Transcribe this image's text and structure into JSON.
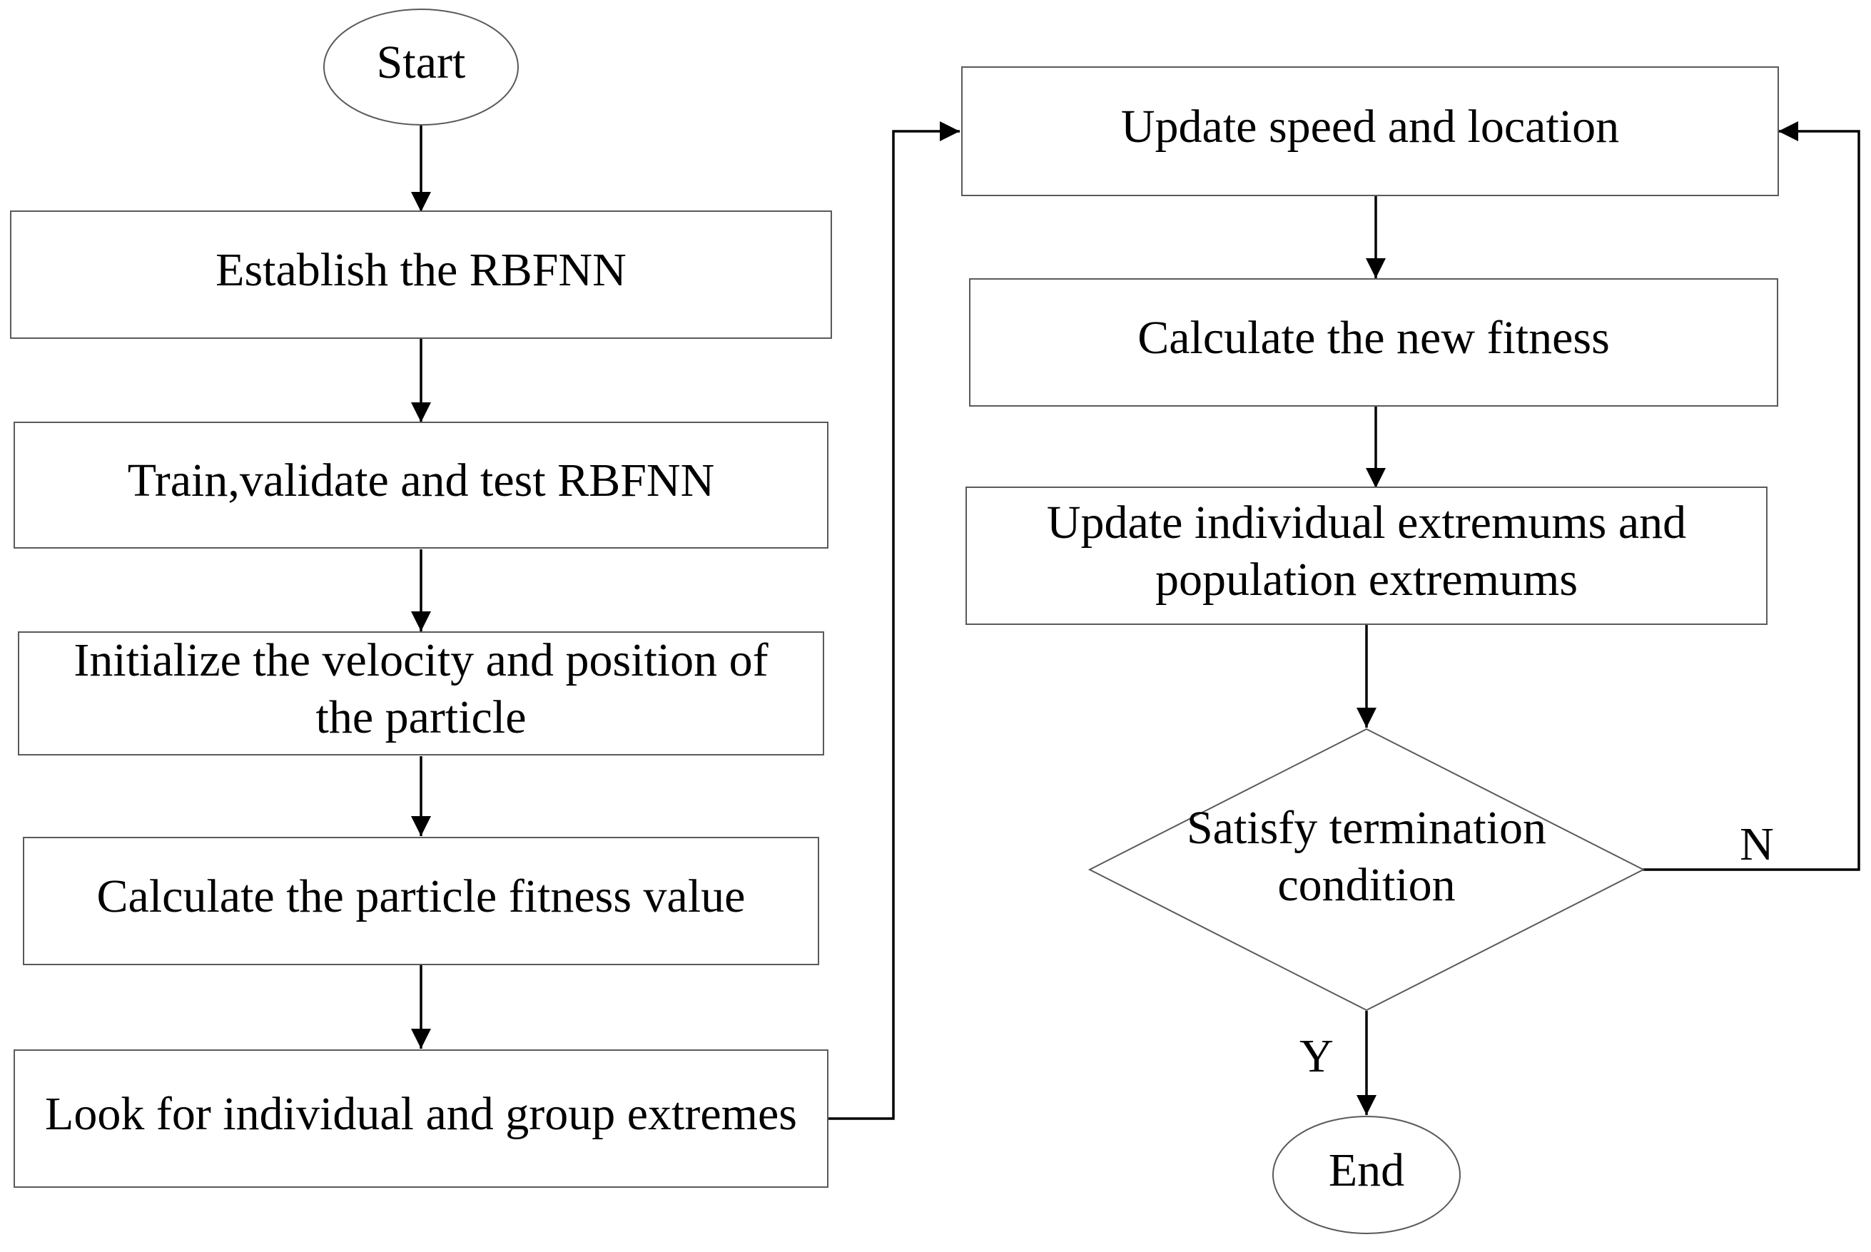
{
  "flowchart": {
    "nodes": [
      {
        "id": "start",
        "shape": "ellipse",
        "lines": [
          "Start"
        ]
      },
      {
        "id": "establish",
        "shape": "rect",
        "lines": [
          "Establish the RBFNN"
        ]
      },
      {
        "id": "train",
        "shape": "rect",
        "lines": [
          "Train,validate and test RBFNN"
        ]
      },
      {
        "id": "init",
        "shape": "rect",
        "lines": [
          "Initialize the velocity and position of",
          "the particle"
        ]
      },
      {
        "id": "calc-fitness",
        "shape": "rect",
        "lines": [
          "Calculate the particle fitness value"
        ]
      },
      {
        "id": "look-extremes",
        "shape": "rect",
        "lines": [
          "Look for individual and group extremes"
        ]
      },
      {
        "id": "update-speed",
        "shape": "rect",
        "lines": [
          "Update speed and location"
        ]
      },
      {
        "id": "calc-new-fitness",
        "shape": "rect",
        "lines": [
          "Calculate the new fitness"
        ]
      },
      {
        "id": "update-extremums",
        "shape": "rect",
        "lines": [
          "Update individual extremums and",
          "population extremums"
        ]
      },
      {
        "id": "terminate",
        "shape": "diamond",
        "lines": [
          "Satisfy termination",
          "condition"
        ]
      },
      {
        "id": "end",
        "shape": "ellipse",
        "lines": [
          "End"
        ]
      }
    ],
    "edges": [
      {
        "from": "start",
        "to": "establish",
        "label": ""
      },
      {
        "from": "establish",
        "to": "train",
        "label": ""
      },
      {
        "from": "train",
        "to": "init",
        "label": ""
      },
      {
        "from": "init",
        "to": "calc-fitness",
        "label": ""
      },
      {
        "from": "calc-fitness",
        "to": "look-extremes",
        "label": ""
      },
      {
        "from": "look-extremes",
        "to": "update-speed",
        "label": ""
      },
      {
        "from": "update-speed",
        "to": "calc-new-fitness",
        "label": ""
      },
      {
        "from": "calc-new-fitness",
        "to": "update-extremums",
        "label": ""
      },
      {
        "from": "update-extremums",
        "to": "terminate",
        "label": ""
      },
      {
        "from": "terminate",
        "to": "update-speed",
        "label": "N"
      },
      {
        "from": "terminate",
        "to": "end",
        "label": "Y"
      }
    ]
  }
}
